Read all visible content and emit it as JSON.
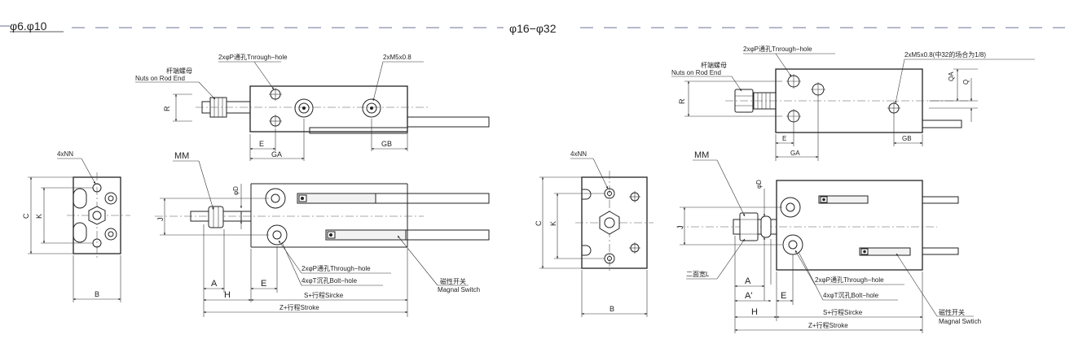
{
  "headers": {
    "left": "φ6.φ10",
    "right": "φ16−φ32"
  },
  "left_drawing": {
    "through_hole_top": "2xφP通孔Tnrough−hole",
    "thread": "2xM5x0.8",
    "nut_cn": "杆端螺母",
    "nut_en": "Nuts on Rod End",
    "dim_R": "R",
    "dim_E_top": "E",
    "dim_GA": "GA",
    "dim_GB": "GB",
    "nn": "4xNN",
    "dim_C": "C",
    "dim_K": "K",
    "dim_B": "B",
    "mm": "MM",
    "dim_phiD": "φD",
    "dim_J": "J",
    "through_hole_bottom": "2xφP通孔Through−hole",
    "bolt_hole": "4xφT沉孔Bolt−hole",
    "switch_cn": "磁性开关",
    "switch_en": "Magnal Switch",
    "dim_A": "A",
    "dim_E_bot": "E",
    "dim_H": "H",
    "dim_S": "S+行程Sircke",
    "dim_Z": "Z+行程Stroke"
  },
  "right_drawing": {
    "through_hole_top": "2xφP通孔Tnrough−hole",
    "thread": "2xM5x0.8(中32的场合为1/8)",
    "nut_cn": "杆端螺母",
    "nut_en": "Nuts on Rod End",
    "dim_R": "R",
    "dim_QA": "QA",
    "dim_Q": "Q",
    "dim_E_top": "E",
    "dim_GA": "GA",
    "dim_GB": "GB",
    "nn": "4xNN",
    "dim_C": "C",
    "dim_K": "K",
    "dim_B": "B",
    "mm": "MM",
    "dim_phiD": "φD",
    "dim_J": "J",
    "width_L": "二面宽L",
    "through_hole_bottom": "2xφP通孔Through−hole",
    "bolt_hole": "4xφT沉孔Bolt−hole",
    "switch_cn": "磁性开关",
    "switch_en": "Magnal Swtich",
    "dim_A": "A",
    "dim_A2": "A'",
    "dim_E_bot": "E",
    "dim_H": "H",
    "dim_S": "S+行程Sircke",
    "dim_Z": "Z+行程Stroke"
  }
}
